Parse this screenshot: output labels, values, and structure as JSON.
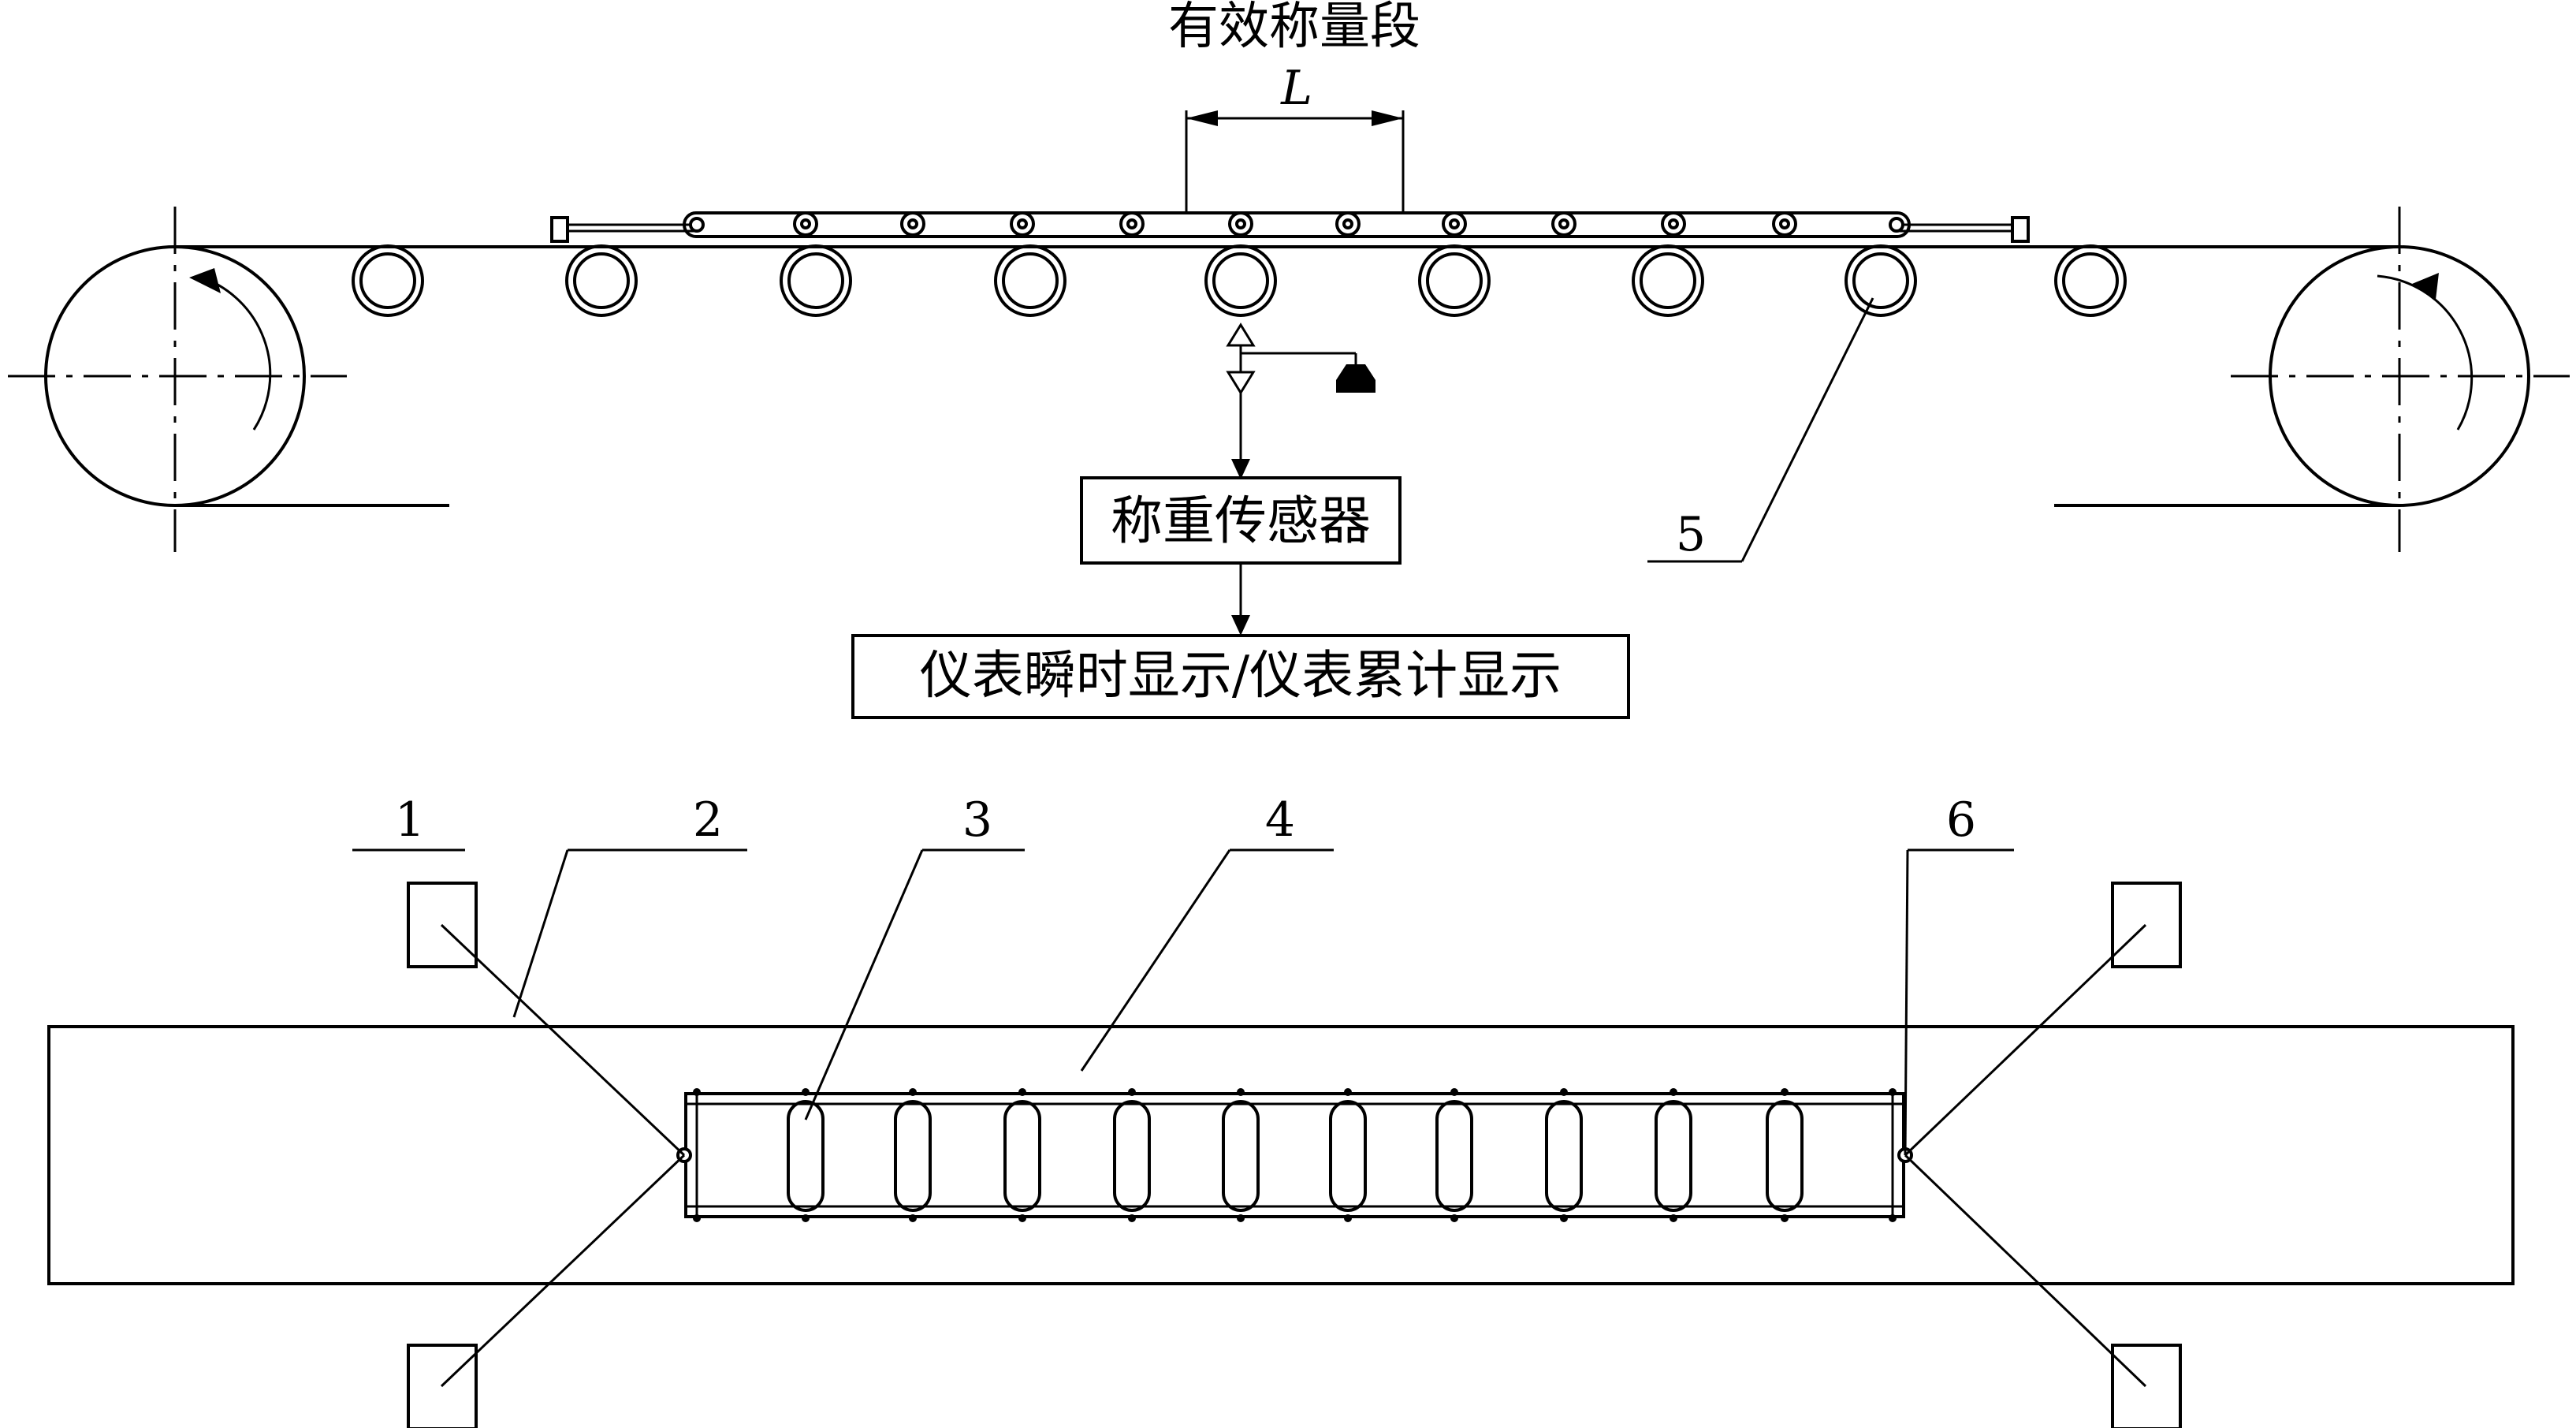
{
  "top_view": {
    "effective_label": "有效称量段",
    "length_symbol": "L",
    "sensor_box": "称重传感器",
    "display_box": "仪表瞬时显示/仪表累计显示",
    "callout_5": "5"
  },
  "bottom_view": {
    "callouts": [
      "1",
      "2",
      "3",
      "4",
      "6"
    ]
  }
}
